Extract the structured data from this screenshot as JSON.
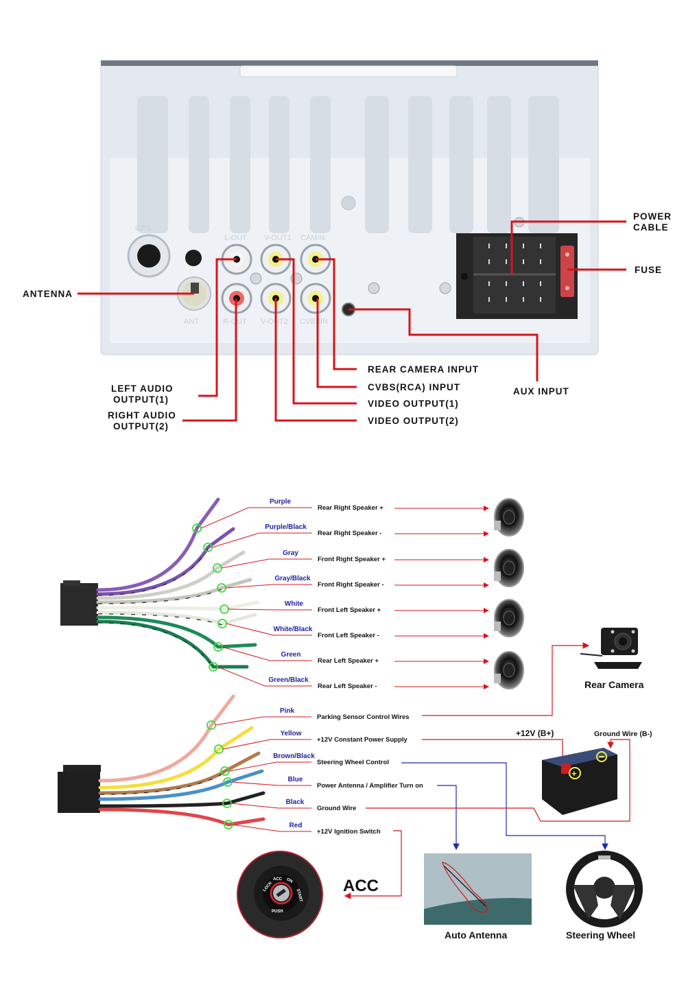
{
  "head_unit": {
    "panel_labels": {
      "gps": "GPS",
      "ant": "ANT",
      "l_out": "L-OUT",
      "r_out": "R-OUT",
      "v_out1": "V-OUT1",
      "v_out2": "V-OUT2",
      "cam_in": "CAMIN",
      "cvbs_in": "CVBSIN"
    },
    "callouts": {
      "antenna": "ANTENNA",
      "power_cable_1": "POWER",
      "power_cable_2": "CABLE",
      "fuse": "FUSE",
      "rear_camera_input": "REAR  CAMERA  INPUT",
      "cvbs_input": "CVBS(RCA)  INPUT",
      "video_output_1": "VIDEO  OUTPUT(1)",
      "video_output_2": "VIDEO  OUTPUT(2)",
      "aux_input": "AUX INPUT",
      "left_audio_1": "LEFT  AUDIO",
      "left_audio_2": "OUTPUT(1)",
      "right_audio_1": "RIGHT  AUDIO",
      "right_audio_2": "OUTPUT(2)"
    },
    "colors": {
      "callout_line": "#d7141a",
      "panel": "#e9eef3"
    }
  },
  "speaker_harness": {
    "wires": [
      {
        "color_name": "Purple",
        "function": "Rear Right Speaker +",
        "hex": "#8a5cb8"
      },
      {
        "color_name": "Purple/Black",
        "function": "Rear Right Speaker -",
        "hex": "#7a52ad"
      },
      {
        "color_name": "Gray",
        "function": "Front Right Speaker +",
        "hex": "#cfcfc6"
      },
      {
        "color_name": "Gray/Black",
        "function": "Front Right Speaker -",
        "hex": "#c4c4bb"
      },
      {
        "color_name": "White",
        "function": "Front Left Speaker +",
        "hex": "#eeeee6"
      },
      {
        "color_name": "White/Black",
        "function": "Front Left Speaker -",
        "hex": "#e6e6de"
      },
      {
        "color_name": "Green",
        "function": "Rear Left Speaker +",
        "hex": "#1e8a5a"
      },
      {
        "color_name": "Green/Black",
        "function": "Rear Left Speaker -",
        "hex": "#1a7c50"
      }
    ]
  },
  "power_harness": {
    "wires": [
      {
        "color_name": "Pink",
        "function": "Parking Sensor Control Wires",
        "hex": "#f0a89a"
      },
      {
        "color_name": "Yellow",
        "function": "+12V Constant Power Supply",
        "hex": "#f3df3c"
      },
      {
        "color_name": "Brown/Black",
        "function": "Steering Wheel Control",
        "hex": "#b27a4e"
      },
      {
        "color_name": "Blue",
        "function": "Power Antenna / Amplifier Turn on",
        "hex": "#4a90c8"
      },
      {
        "color_name": "Black",
        "function": "Ground Wire",
        "hex": "#222222"
      },
      {
        "color_name": "Red",
        "function": "+12V  Ignition Switch",
        "hex": "#e0454a"
      }
    ]
  },
  "devices": {
    "rear_camera": "Rear Camera",
    "battery_plus": "+12V  (B+)",
    "battery_minus": "Ground Wire (B-)",
    "acc": "ACC",
    "ignition_marks": [
      "LOCK",
      "ACC",
      "ON",
      "START",
      "PUSH"
    ],
    "auto_antenna": "Auto Antenna",
    "steering_wheel": "Steering Wheel"
  },
  "colors": {
    "red_line": "#d7141a",
    "blue_line": "#1a2bb0",
    "marker_green": "#3ddc3d",
    "wire_label_blue": "#1f1fa8"
  }
}
